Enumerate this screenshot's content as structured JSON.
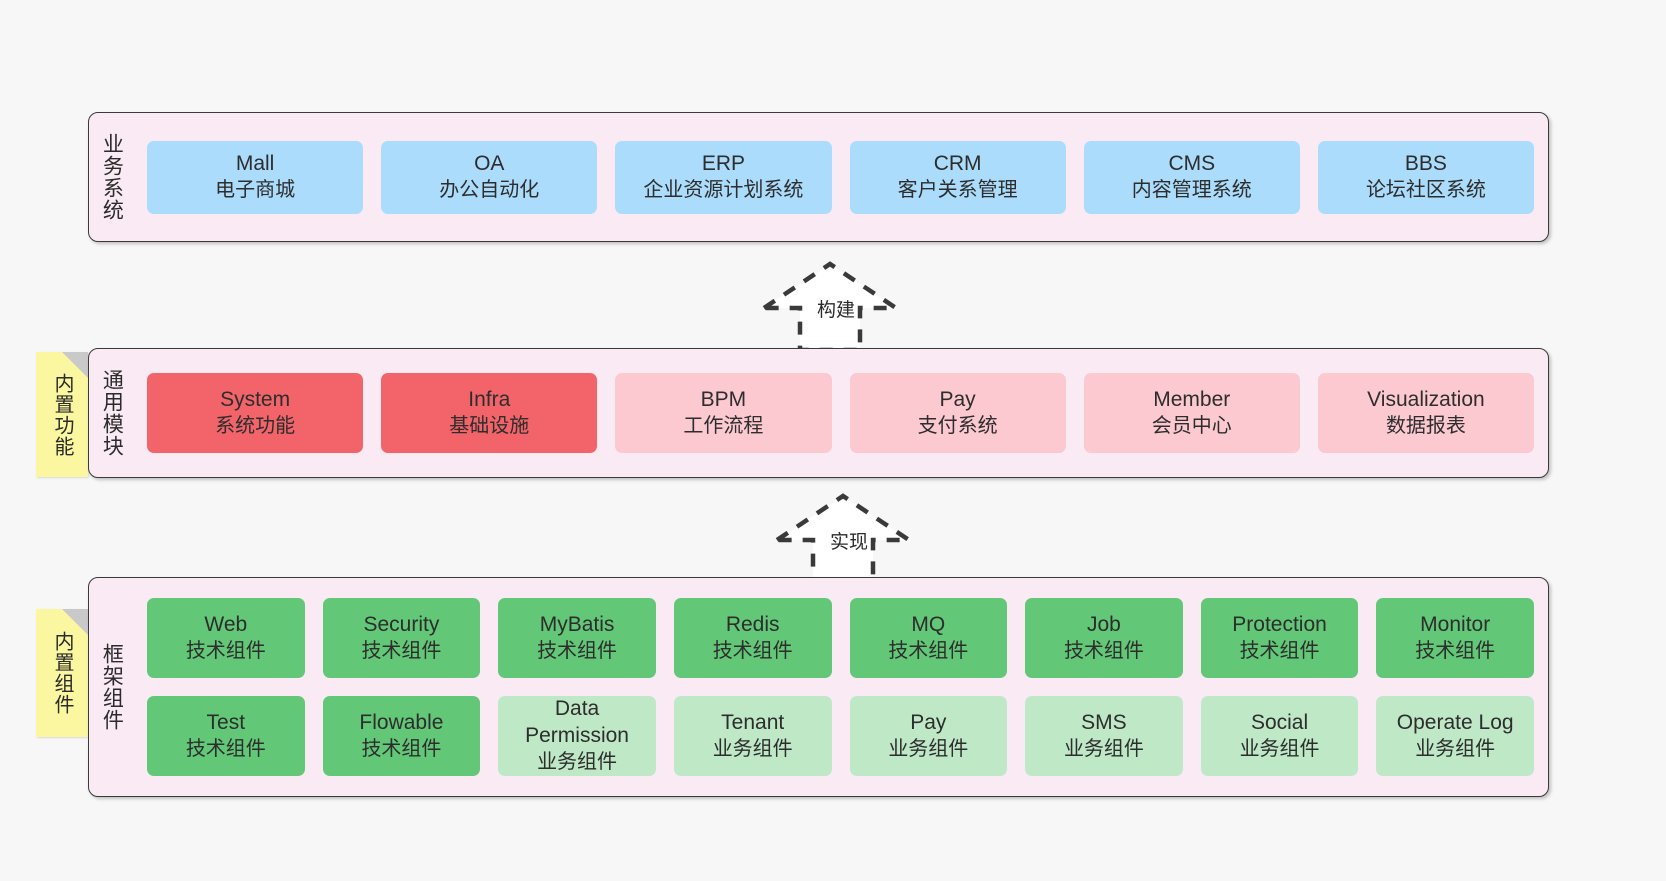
{
  "diagram": {
    "title": "ruoyi-vue-pro architecture layers",
    "background": "#f7f7f7",
    "colors": {
      "layer_bg": "#faeaf4",
      "layer_border": "#3a3a3a",
      "business": "#abdcfb",
      "module_core": "#f2646a",
      "module_optional": "#fcc9d1",
      "tech_component": "#62c878",
      "biz_component": "#bfe8c7",
      "note": "#fbf7a0"
    }
  },
  "notes": [
    {
      "name": "built-in-functions",
      "label": "内置功能"
    },
    {
      "name": "built-in-components",
      "label": "内置组件"
    }
  ],
  "arrows": [
    {
      "name": "build-arrow",
      "label": "构建"
    },
    {
      "name": "implement-arrow",
      "label": "实现"
    }
  ],
  "layers": [
    {
      "id": "business",
      "title": "业务系统",
      "rows": [
        {
          "cells": [
            {
              "en": "Mall",
              "cn": "电子商城",
              "color": "blue"
            },
            {
              "en": "OA",
              "cn": "办公自动化",
              "color": "blue"
            },
            {
              "en": "ERP",
              "cn": "企业资源计划系统",
              "color": "blue"
            },
            {
              "en": "CRM",
              "cn": "客户关系管理",
              "color": "blue"
            },
            {
              "en": "CMS",
              "cn": "内容管理系统",
              "color": "blue"
            },
            {
              "en": "BBS",
              "cn": "论坛社区系统",
              "color": "blue"
            }
          ]
        }
      ]
    },
    {
      "id": "common",
      "title": "通用模块",
      "rows": [
        {
          "cells": [
            {
              "en": "System",
              "cn": "系统功能",
              "color": "red"
            },
            {
              "en": "Infra",
              "cn": "基础设施",
              "color": "red"
            },
            {
              "en": "BPM",
              "cn": "工作流程",
              "color": "pink"
            },
            {
              "en": "Pay",
              "cn": "支付系统",
              "color": "pink"
            },
            {
              "en": "Member",
              "cn": "会员中心",
              "color": "pink"
            },
            {
              "en": "Visualization",
              "cn": "数据报表",
              "color": "pink"
            }
          ]
        }
      ]
    },
    {
      "id": "framework",
      "title": "框架组件",
      "rows": [
        {
          "cells": [
            {
              "en": "Web",
              "cn": "技术组件",
              "color": "green"
            },
            {
              "en": "Security",
              "cn": "技术组件",
              "color": "green"
            },
            {
              "en": "MyBatis",
              "cn": "技术组件",
              "color": "green"
            },
            {
              "en": "Redis",
              "cn": "技术组件",
              "color": "green"
            },
            {
              "en": "MQ",
              "cn": "技术组件",
              "color": "green"
            },
            {
              "en": "Job",
              "cn": "技术组件",
              "color": "green"
            },
            {
              "en": "Protection",
              "cn": "技术组件",
              "color": "green"
            },
            {
              "en": "Monitor",
              "cn": "技术组件",
              "color": "green"
            }
          ]
        },
        {
          "cells": [
            {
              "en": "Test",
              "cn": "技术组件",
              "color": "green"
            },
            {
              "en": "Flowable",
              "cn": "技术组件",
              "color": "green"
            },
            {
              "en": "Data Permission",
              "cn": "业务组件",
              "color": "lightgreen"
            },
            {
              "en": "Tenant",
              "cn": "业务组件",
              "color": "lightgreen"
            },
            {
              "en": "Pay",
              "cn": "业务组件",
              "color": "lightgreen"
            },
            {
              "en": "SMS",
              "cn": "业务组件",
              "color": "lightgreen"
            },
            {
              "en": "Social",
              "cn": "业务组件",
              "color": "lightgreen"
            },
            {
              "en": "Operate Log",
              "cn": "业务组件",
              "color": "lightgreen"
            }
          ]
        }
      ]
    }
  ]
}
